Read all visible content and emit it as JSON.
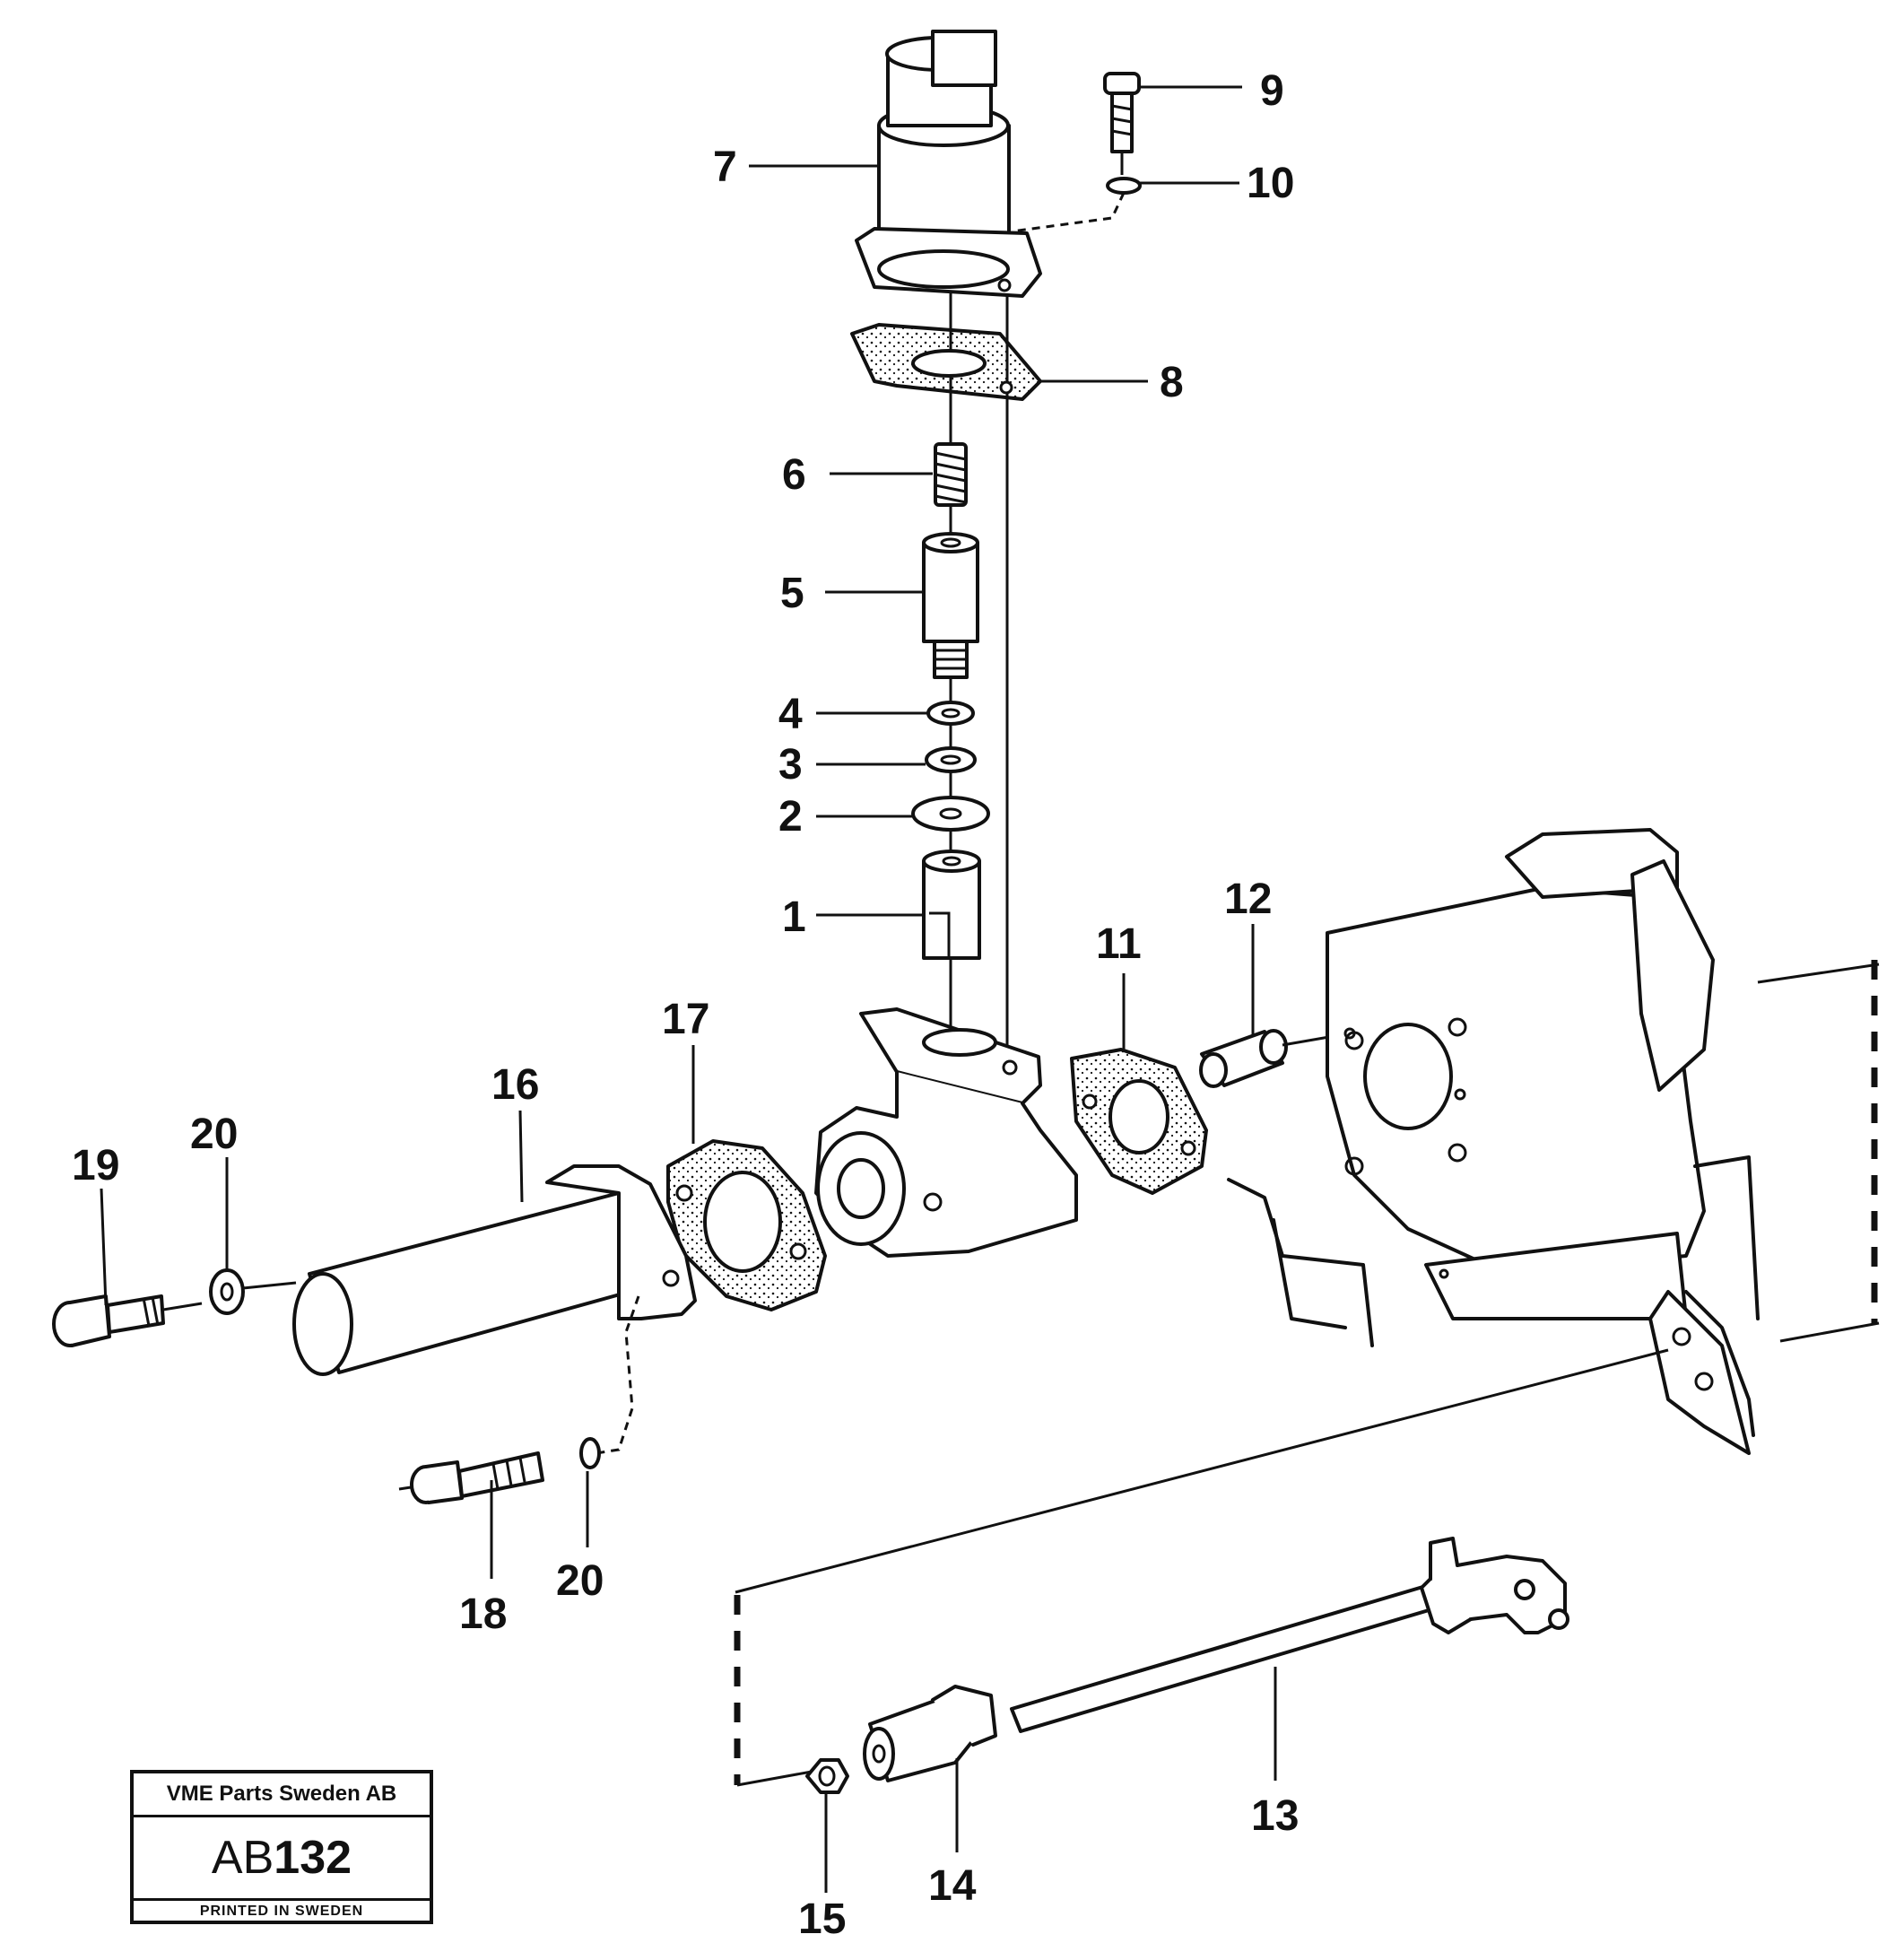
{
  "callouts": {
    "c1": "1",
    "c2": "2",
    "c3": "3",
    "c4": "4",
    "c5": "5",
    "c6": "6",
    "c7": "7",
    "c8": "8",
    "c9": "9",
    "c10": "10",
    "c11": "11",
    "c12": "12",
    "c13": "13",
    "c14": "14",
    "c15": "15",
    "c16": "16",
    "c17": "17",
    "c18": "18",
    "c19": "19",
    "c20a": "20",
    "c20b": "20"
  },
  "title_block": {
    "company": "VME Parts Sweden AB",
    "code_prefix": "AB",
    "code_number": "132",
    "printed": "PRINTED IN SWEDEN"
  }
}
